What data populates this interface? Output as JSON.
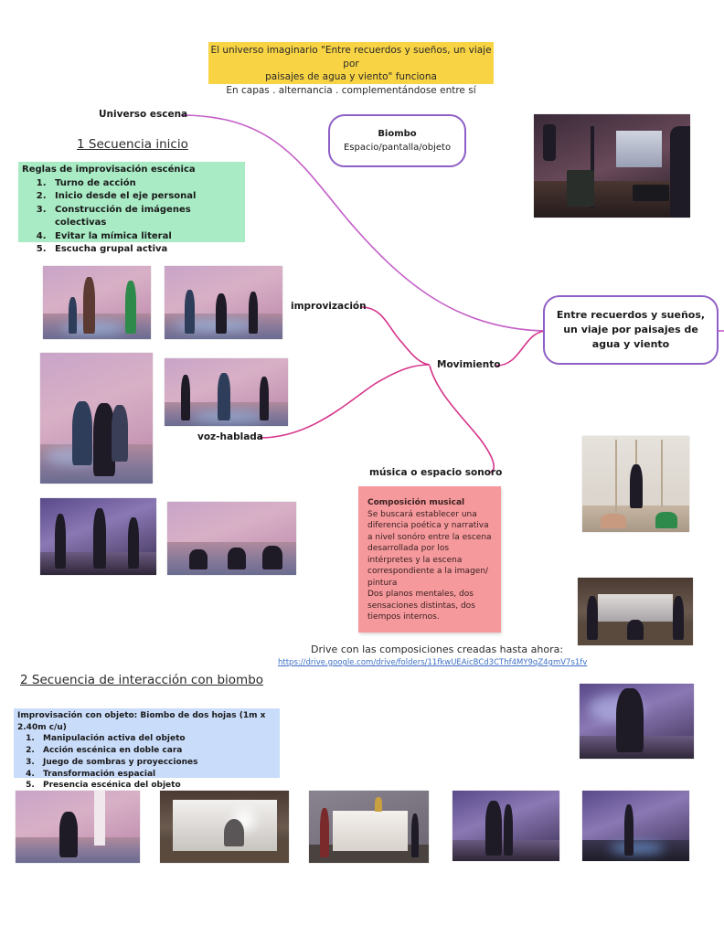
{
  "banner": {
    "line1": "El universo imaginario \"Entre recuerdos y sueños, un viaje por",
    "line2": "paisajes de agua y viento\" funciona",
    "line3": "En capas . alternancia . complementándose entre sí"
  },
  "labels": {
    "universo_escena": "Universo escena",
    "improvizacion": "improvización",
    "movimiento": "Movimiento",
    "voz_hablada": "voz-hablada",
    "musica": "música o espacio sonoro"
  },
  "nodes": {
    "biombo": {
      "title": "Biombo",
      "subtitle": "Espacio/pantalla/objeto"
    },
    "central": "Entre recuerdos y sueños, un viaje por paisajes de agua y viento"
  },
  "section1": {
    "title": "1 Secuencia inicio",
    "rules_title": "Reglas de improvisación escénica",
    "rules": [
      "Turno de acción",
      "Inicio desde el eje personal",
      "Construcción de imágenes colectivas",
      "Evitar la mímica literal",
      "Escucha grupal activa"
    ]
  },
  "note": {
    "title": "Composición musical",
    "body": "Se buscará establecer una diferencia poética y narrativa a nivel sonóro entre la escena desarrollada por los intérpretes y la escena correspondiente a  la imagen/ pintura",
    "body2": "Dos planos mentales, dos sensaciones distintas, dos tiempos internos."
  },
  "drive": {
    "caption": "Drive con las composiciones creadas hasta ahora:",
    "url": "https://drive.google.com/drive/folders/11fkwUEAicBCd3CThf4MY9qZ4gmV7s1fv"
  },
  "section2": {
    "title": "2 Secuencia de interacción con biombo",
    "rules_title": "Improvisación con objeto: Biombo de dos hojas (1m x 2.40m c/u)",
    "rules": [
      "Manipulación activa del objeto",
      "Acción escénica en doble cara",
      "Juego de sombras y proyecciones",
      "Transformación espacial",
      "Presencia escénica del objeto"
    ]
  },
  "colors": {
    "banner": "#f8d344",
    "rules_green": "#a8ebc4",
    "rules_blue": "#c9dcfa",
    "note_pink": "#f5999c",
    "node_border": "#8e5fc6",
    "connector_magenta": "#d6338a",
    "connector_violet": "#c45ec8",
    "link": "#3d6fc4"
  }
}
